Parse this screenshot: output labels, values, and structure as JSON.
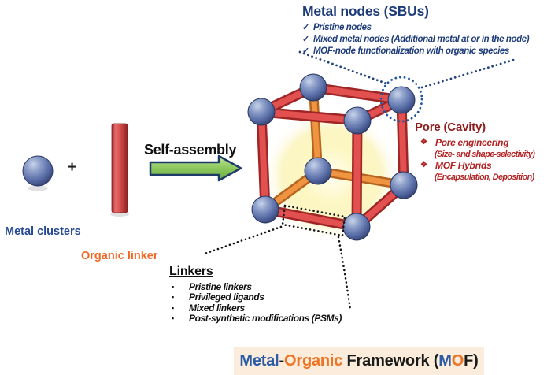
{
  "reactants": {
    "metal_clusters_label": "Metal clusters",
    "plus_sign": "+",
    "organic_linker_label": "Organic linker"
  },
  "process": {
    "arrow_label": "Self-assembly"
  },
  "metal_nodes": {
    "heading": "Metal nodes (SBUs)",
    "bullet": "✓",
    "items": [
      "Pristine nodes",
      "Mixed metal nodes (Additional metal at or in the node)",
      "MOF-node functionalization with organic species"
    ]
  },
  "pore": {
    "heading": "Pore (Cavity)",
    "bullet": "❖",
    "items": [
      {
        "main": "Pore engineering",
        "sub": "(Size- and shape-selectivity)"
      },
      {
        "main": "MOF Hybrids",
        "sub": "(Encapsulation, Deposition)"
      }
    ]
  },
  "linkers": {
    "heading": "Linkers",
    "bullet": "▪",
    "items": [
      "Pristine linkers",
      "Privileged ligands",
      "Mixed linkers",
      "Post-synthetic modifications (PSMs)"
    ]
  },
  "title": {
    "segments": [
      {
        "text": "Metal",
        "color": "#2d5ca6"
      },
      {
        "text": "-",
        "color": "#1a1a1a"
      },
      {
        "text": "Organic",
        "color": "#ee7422"
      },
      {
        "text": " Framework (",
        "color": "#1a1a1a"
      },
      {
        "text": "M",
        "color": "#2d5ca6"
      },
      {
        "text": "O",
        "color": "#ee7422"
      },
      {
        "text": "F)",
        "color": "#1a1a1a"
      }
    ],
    "background": "#fbecdb"
  },
  "colors": {
    "navy_text": "#1e3c7a",
    "dark_red_heading": "#8e1c1c",
    "red_items": "#b22222",
    "metal_clusters_blue": "#274a94",
    "organic_linker_orange": "#f26522",
    "node_sphere_blue": "#5b6fa9",
    "linker_rod_red": "#d34a4a",
    "interior_rod_orange": "#ef9440",
    "arrow_green": "#8cc85c",
    "arrow_border_navy": "#1e3a68",
    "pore_glow_yellow": "#f9efa0",
    "dotted_navy": "#24427c",
    "dotted_circle_blue": "#2155a3",
    "dotted_black": "#151515"
  }
}
